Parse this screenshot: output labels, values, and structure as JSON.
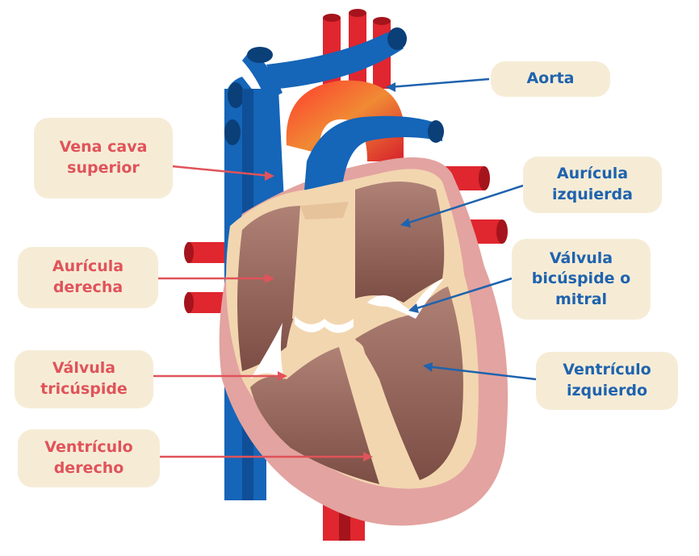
{
  "labels": {
    "aorta": "Aorta",
    "vena_cava_superior": "Vena cava\nsuperior",
    "auricula_izquierda": "Aurícula\nizquierda",
    "auricula_derecha": "Aurícula\nderecha",
    "valvula_bicuspide": "Válvula\nbicúspide o\nmitral",
    "valvula_tricuspide": "Válvula\ntricúspide",
    "ventriculo_izquierdo": "Ventrículo\nizquierdo",
    "ventriculo_derecho": "Ventrículo\nderecho"
  },
  "colors": {
    "right_side_label": "#e0535a",
    "left_side_label": "#1f63ae",
    "label_background": "#f6ecd6",
    "vein_blue": "#1565b8",
    "artery_red": "#e0262f",
    "heart_outer": "#e3a3a0",
    "chamber_brown": "#9a6a5e"
  }
}
